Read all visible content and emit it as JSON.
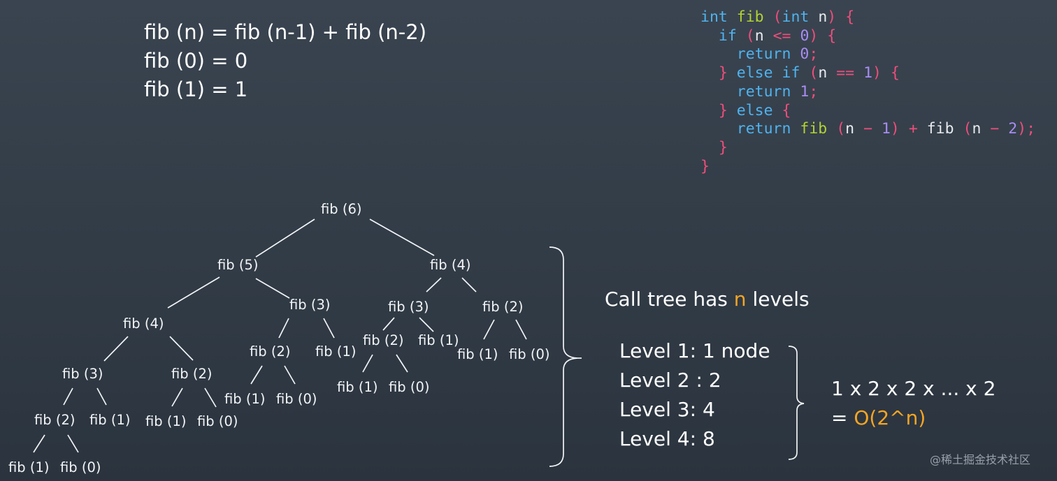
{
  "formulas": {
    "line1": "fib (n) = fib (n-1) + fib (n-2)",
    "line2": "fib (0) = 0",
    "line3": "fib (1) = 1"
  },
  "code": {
    "kw_int": "int",
    "kw_if": "if",
    "kw_return": "return",
    "kw_else": "else",
    "fn_name": "fib",
    "param": "n",
    "zero": "0",
    "one": "1",
    "two": "2",
    "op_le": "<=",
    "op_eq": "==",
    "op_minus": "−",
    "op_plus": "+",
    "open_paren": "(",
    "close_paren": ")",
    "open_brace": "{",
    "close_brace": "}",
    "semicolon": ";"
  },
  "tree": {
    "fib6": "fib (6)",
    "fib5": "fib (5)",
    "fib4": "fib (4)",
    "fib3": "fib (3)",
    "fib2": "fib (2)",
    "fib1": "fib (1)",
    "fib0": "fib (0)"
  },
  "call_tree": {
    "prefix": "Call tree has ",
    "n": "n",
    "suffix": " levels"
  },
  "levels": [
    "Level 1: 1 node",
    "Level 2 : 2",
    "Level 3: 4",
    "Level 4: 8"
  ],
  "result": {
    "product": "1 x 2 x 2 x ... x 2",
    "equals": "= ",
    "big_o": "O(2^n)"
  },
  "watermark": "@稀土掘金技术社区",
  "colors": {
    "keyword": "#4fb3ef",
    "function": "#b3d233",
    "punctuation": "#ef4e7b",
    "number": "#a88cf2",
    "accent": "#f5a524"
  }
}
